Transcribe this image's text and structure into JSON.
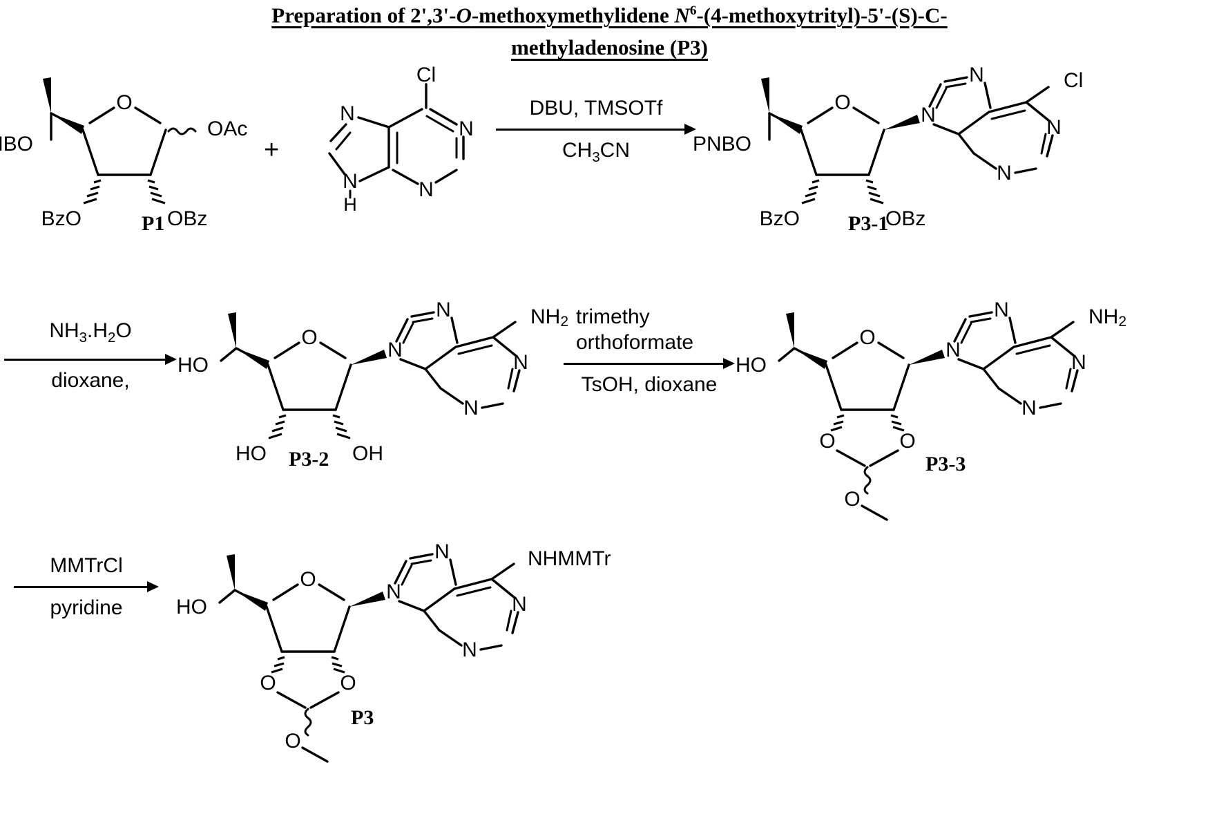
{
  "title": {
    "line1_prefix": "Preparation of 2',3'-",
    "line1_italic1": "O",
    "line1_mid": "-methoxymethylidene ",
    "line1_italic2": "N",
    "line1_sup": "6",
    "line1_tail": "-(4-methoxytrityl)-5'-(S)-C-",
    "line2": "methyladenosine (P3)",
    "full": "Preparation of 2',3'-O-methoxymethylidene N6-(4-methoxytrityl)-5'-(S)-C-methyladenosine (P3)"
  },
  "compounds": {
    "p1": "P1",
    "p3_1": "P3-1",
    "p3_2": "P3-2",
    "p3_3": "P3-3",
    "p3": "P3"
  },
  "plus_sign": "+",
  "reactions": [
    {
      "id": "step1",
      "above": "DBU, TMSOTf",
      "below_main": "CH",
      "below_sub": "3",
      "below_tail": "CN"
    },
    {
      "id": "step2",
      "above": "NH3.H2O",
      "below": "dioxane,"
    },
    {
      "id": "step3",
      "above": "trimethy\northoformate",
      "below": "TsOH, dioxane"
    },
    {
      "id": "step4",
      "above": "MMTrCl",
      "below": "pyridine"
    }
  ],
  "labels": {
    "pnbo": "PNBO",
    "oac": "OAc",
    "bzo": "BzO",
    "obz": "OBz",
    "ho": "HO",
    "oh": "OH",
    "o": "O",
    "n": "N",
    "cl": "Cl",
    "h": "H",
    "nh2_main": "NH",
    "nh2_sub": "2",
    "nhmmtr": "NHMMTr",
    "ome_o": "O"
  },
  "icons": {
    "reaction_arrow": "arrow-right-icon",
    "plus": "plus-icon"
  }
}
